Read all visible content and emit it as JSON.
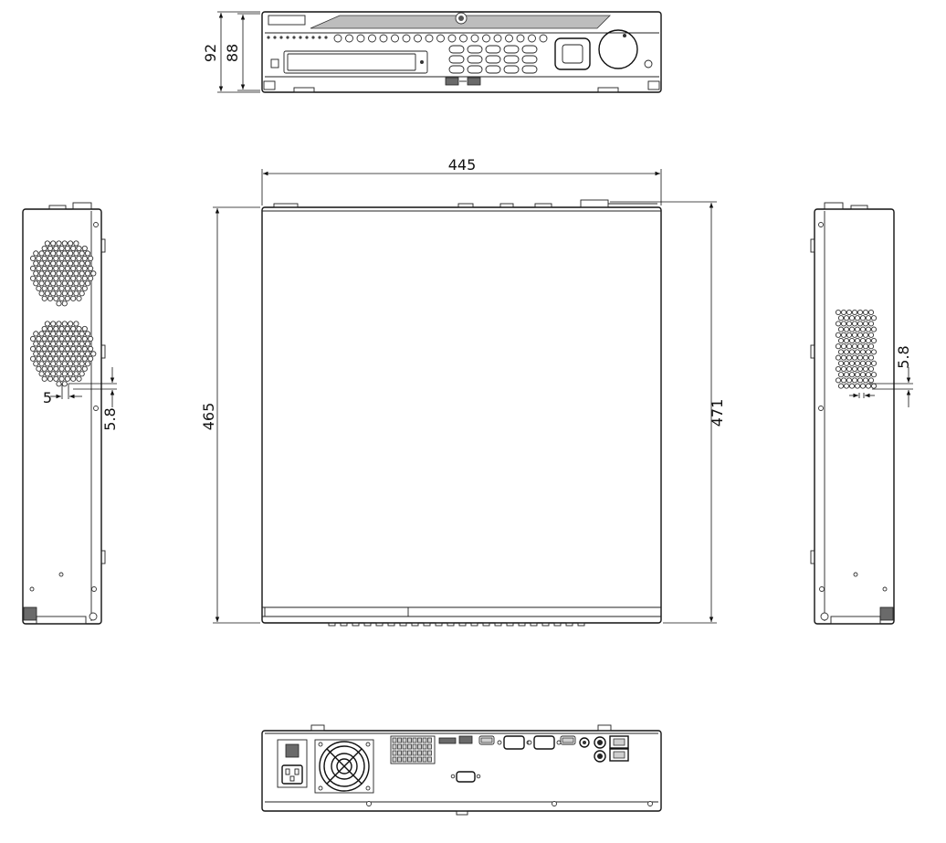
{
  "dimensions": {
    "front_total_height": "92",
    "front_body_height": "88",
    "top_width": "445",
    "top_depth_body": "465",
    "top_depth_total": "471",
    "side_left_hole_horizontal": "5",
    "side_left_hole_vertical": "5.8",
    "side_right_hole_vertical": "5.8"
  },
  "colors": {
    "line": "#111111",
    "background": "#ffffff"
  }
}
